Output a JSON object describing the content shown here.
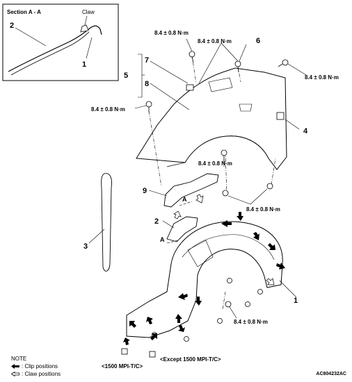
{
  "inset": {
    "title": "Section A - A",
    "claw_label": "Claw",
    "num_2": "2",
    "num_1": "1"
  },
  "callouts": {
    "c1": "1",
    "c2": "2",
    "c3": "3",
    "c4": "4",
    "c5": "5",
    "c6": "6",
    "c7": "7",
    "c8": "8",
    "c9": "9"
  },
  "section_marks": {
    "a_upper": "A",
    "a_lower": "A"
  },
  "torque": "8.4 ± 0.8 N·m",
  "variants": {
    "mpi": "<1500 MPI-T/C>",
    "except": "<Except 1500 MPI-T/C>"
  },
  "note": {
    "title": "NOTE",
    "clip": ": Clip positions",
    "claw": ": Claw positions"
  },
  "doc_id": "AC804232AC"
}
